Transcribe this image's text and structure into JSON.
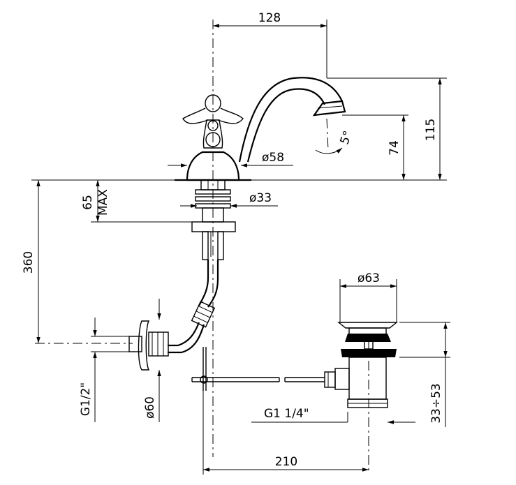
{
  "dimensions": {
    "top_width": "128",
    "height_115": "115",
    "height_74": "74",
    "spout_angle": "5°",
    "diameter_58": "ø58",
    "diameter_33": "ø33",
    "max_65": "65",
    "max_label": "MAX",
    "height_360": "360",
    "diameter_63": "ø63",
    "thread_g12": "G1/2\"",
    "diameter_60": "ø60",
    "thread_g114": "G1  1/4\"",
    "range_33_53": "33÷53",
    "bottom_width": "210"
  }
}
